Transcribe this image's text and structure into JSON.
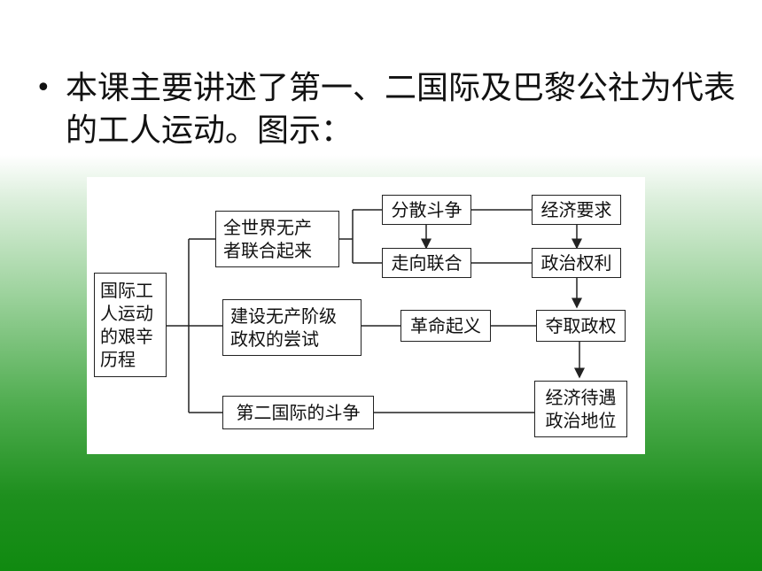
{
  "slide": {
    "bullet": "本课主要讲述了第一、二国际及巴黎公社为代表的工人运动。图示："
  },
  "diagram": {
    "root": "国际工\n人运动\n的艰辛\n历程",
    "branch1": "全世界无产\n者联合起来",
    "branch2": "建设无产阶级\n政权的尝试",
    "branch3": "第二国际的斗争",
    "scattered": "分散斗争",
    "unite": "走向联合",
    "economic_demand": "经济要求",
    "political_rights": "政治权利",
    "revolution": "革命起义",
    "seize_power": "夺取政权",
    "outcome": "经济待遇\n政治地位"
  }
}
